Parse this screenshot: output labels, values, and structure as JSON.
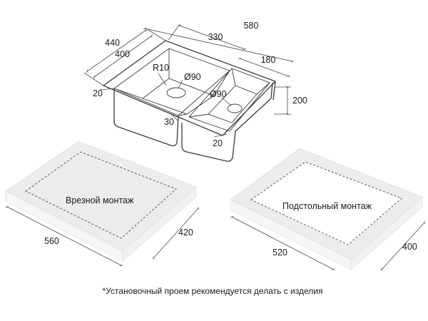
{
  "sink": {
    "dims": {
      "overall_depth": "440",
      "inner_depth": "400",
      "small_bowl_width": "330",
      "overall_width": "580",
      "right_bowl_width": "180",
      "corner_radius": "R10",
      "drain_left": "Ø90",
      "drain_right": "Ø90",
      "rim_left": "20",
      "offset_30": "30",
      "rim_right": "20",
      "depth": "200"
    }
  },
  "inset_mount": {
    "label": "Врезной монтаж",
    "dim_width": "560",
    "dim_depth": "420"
  },
  "undermount": {
    "label": "Подстольный монтаж",
    "dim_width": "520",
    "dim_depth": "400"
  },
  "footnote": "*Установочный проем рекомендуется делать с изделия"
}
